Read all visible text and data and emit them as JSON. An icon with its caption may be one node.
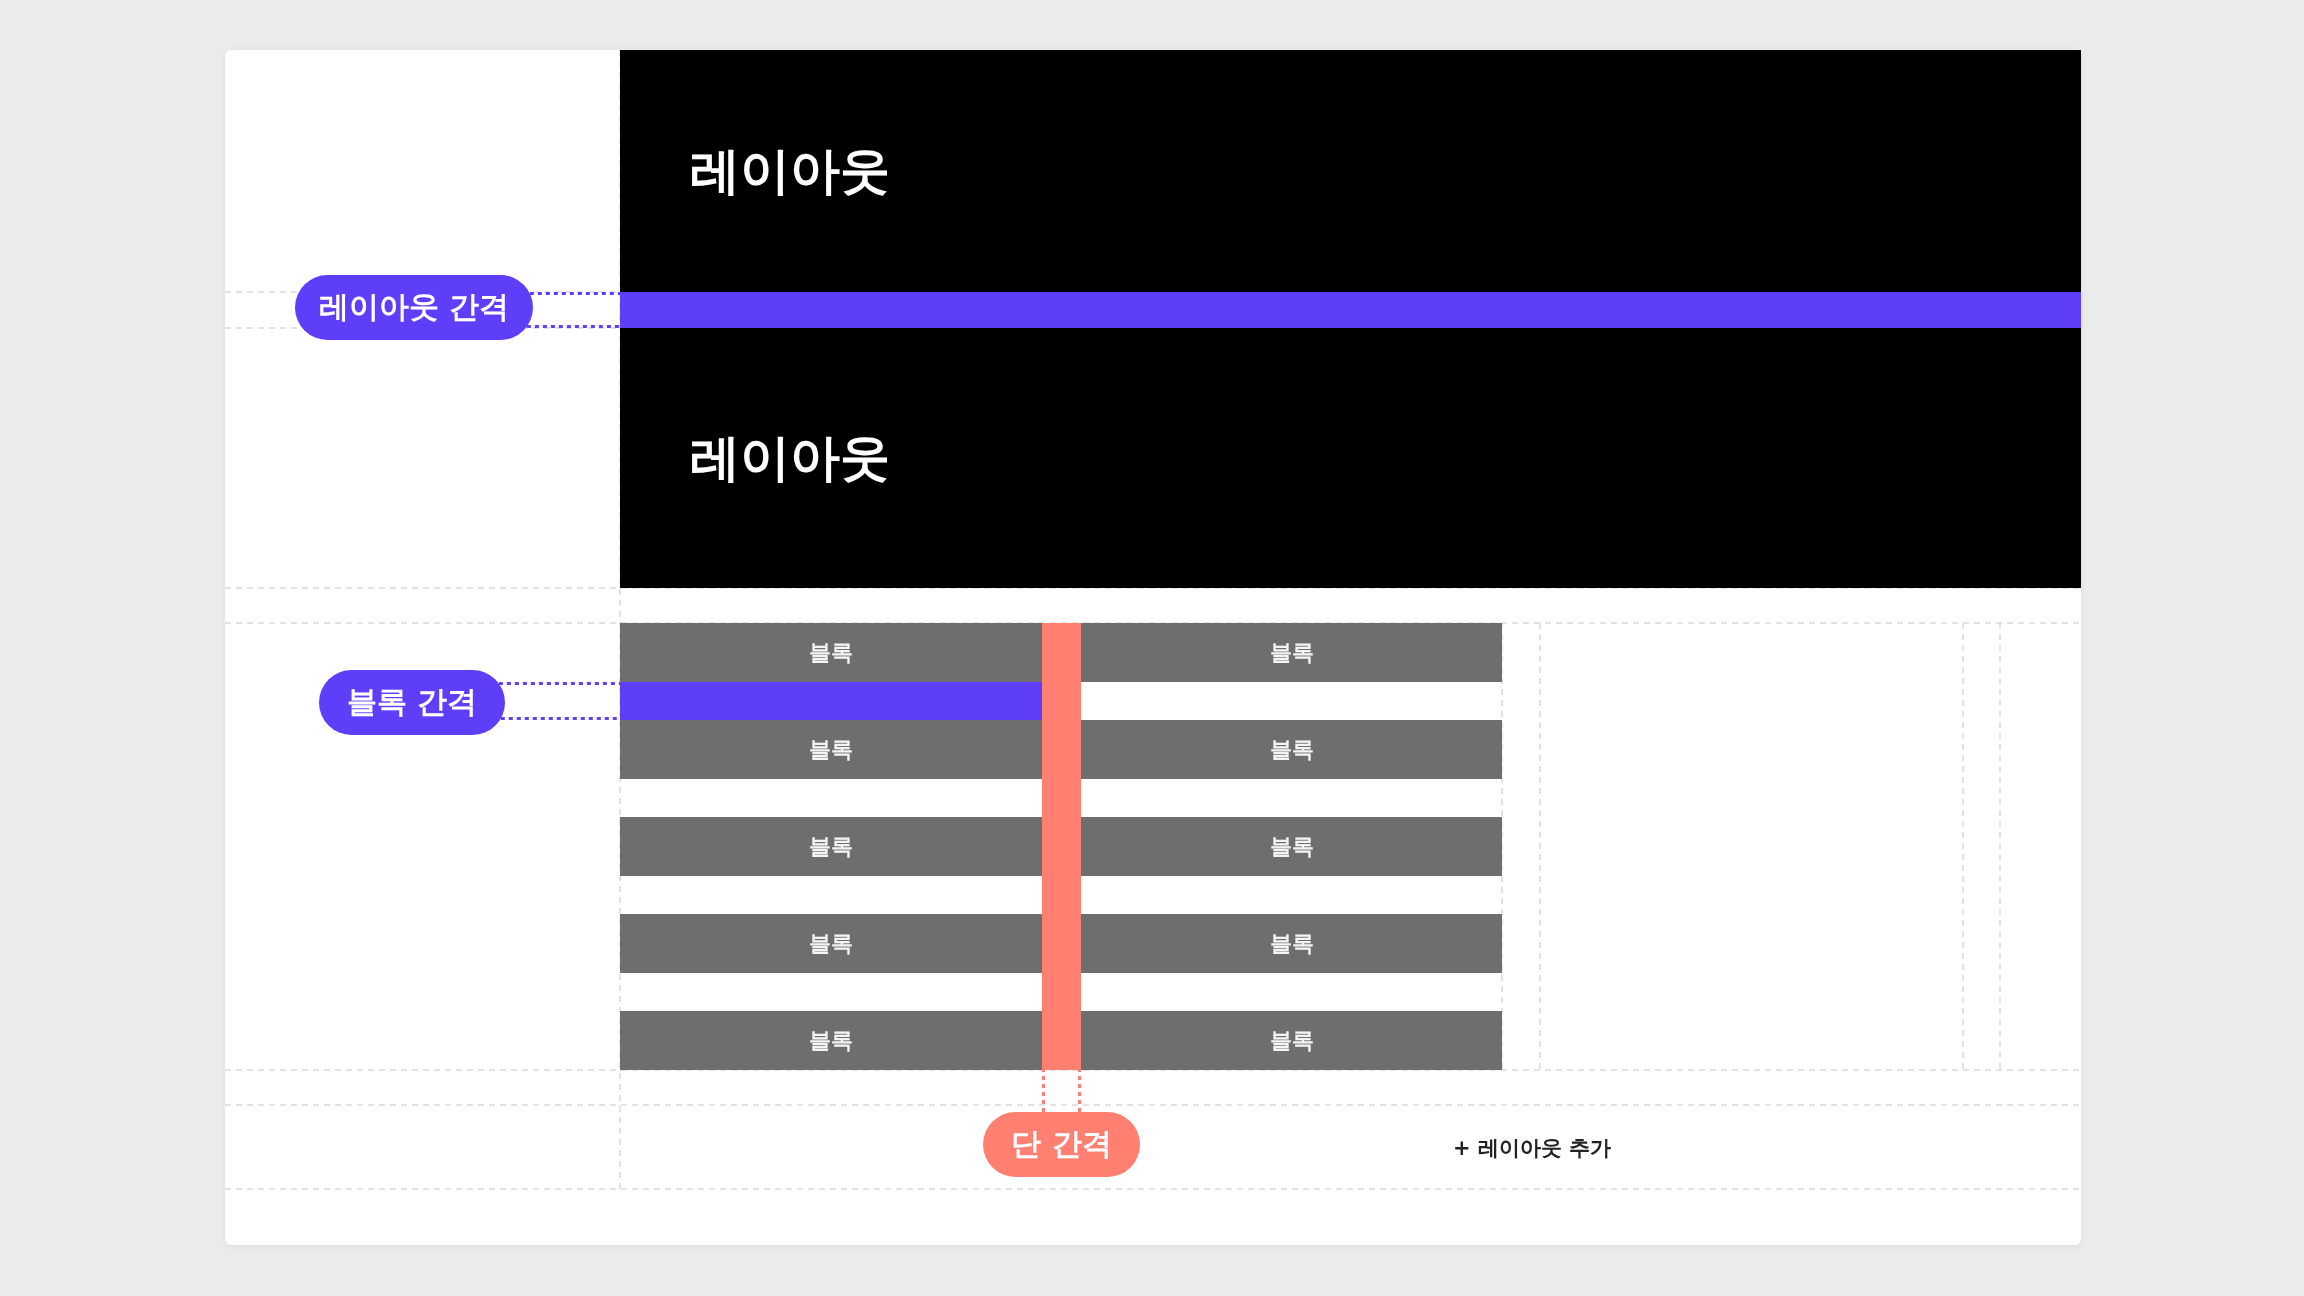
{
  "diagram": {
    "nodes": [
      {
        "text": [
          "레이아웃"
        ]
      },
      {
        "text": [
          "레이아웃 간격"
        ]
      },
      {
        "text": [],
        "shape": "bar"
      },
      {
        "text": [
          "레이아웃"
        ]
      },
      {
        "text": [
          "블록"
        ]
      },
      {
        "text": [
          "블록"
        ]
      },
      {
        "text": [
          "블록 간격"
        ]
      },
      {
        "text": [],
        "shape": "bar"
      },
      {
        "text": [
          "블록"
        ]
      },
      {
        "text": [
          "블록"
        ]
      },
      {
        "text": [
          "블록"
        ]
      },
      {
        "text": [
          "블록"
        ]
      },
      {
        "text": [
          "블록"
        ]
      },
      {
        "text": [
          "블록"
        ]
      },
      {
        "text": [
          "블록"
        ]
      },
      {
        "text": [
          "블록"
        ]
      },
      {
        "text": [],
        "shape": "bar"
      },
      {
        "text": [
          "단 간격"
        ]
      }
    ],
    "edges": [
      {
        "from": 1,
        "to": 2,
        "arrow": "none",
        "style": "dashed"
      },
      {
        "from": 1,
        "to": 2,
        "arrow": "none",
        "style": "dashed"
      },
      {
        "from": 6,
        "to": 7,
        "arrow": "none",
        "style": "dashed"
      },
      {
        "from": 6,
        "to": 7,
        "arrow": "none",
        "style": "dashed"
      },
      {
        "from": 17,
        "to": 16,
        "arrow": "none",
        "style": "dashed",
        "color": "#ff8070"
      },
      {
        "from": 17,
        "to": 16,
        "arrow": "none",
        "style": "dashed",
        "color": "#ff8070"
      }
    ],
    "labels": [
      "+ 레이아웃 추가"
    ]
  }
}
